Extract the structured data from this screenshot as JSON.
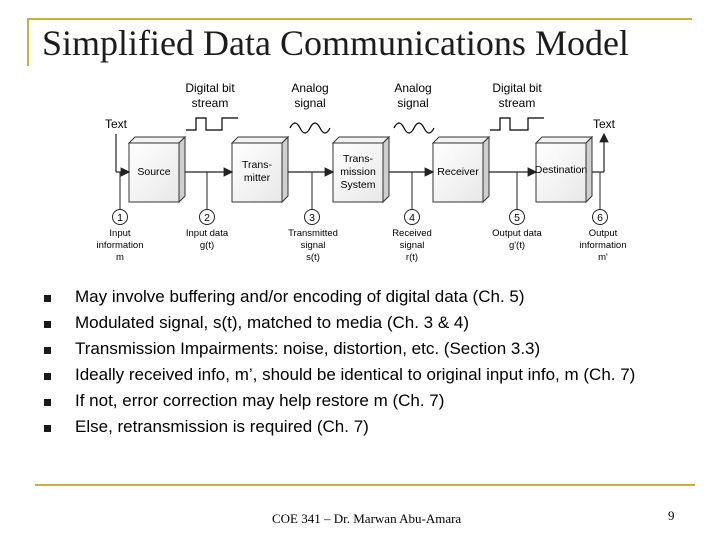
{
  "slide": {
    "title": "Simplified Data Communications Model",
    "footer": "COE 341 – Dr. Marwan Abu-Amara",
    "page_number": "9"
  },
  "diagram": {
    "top_labels": {
      "digital1": [
        "Digital bit",
        "stream"
      ],
      "analog1": [
        "Analog",
        "signal"
      ],
      "analog2": [
        "Analog",
        "signal"
      ],
      "digital2": [
        "Digital bit",
        "stream"
      ]
    },
    "text_left": "Text",
    "text_right": "Text",
    "boxes": [
      [
        "Source"
      ],
      [
        "Trans-",
        "mitter"
      ],
      [
        "Trans-",
        "mission",
        "System"
      ],
      [
        "Receiver"
      ],
      [
        "Destination"
      ]
    ],
    "circles": [
      "1",
      "2",
      "3",
      "4",
      "5",
      "6"
    ],
    "captions": [
      [
        "Input",
        "information",
        "m"
      ],
      [
        "Input data",
        "g(t)"
      ],
      [
        "Transmitted",
        "signal",
        "s(t)"
      ],
      [
        "Received",
        "signal",
        "r(t)"
      ],
      [
        "Output data",
        "g'(t)"
      ],
      [
        "Output",
        "information",
        "m'"
      ]
    ]
  },
  "bullets": [
    "May involve buffering and/or encoding of digital data (Ch. 5)",
    "Modulated signal, s(t), matched to media (Ch. 3 & 4)",
    "Transmission Impairments: noise, distortion, etc. (Section 3.3)",
    "Ideally received info, m’, should be identical to original input info, m (Ch. 7)",
    "If not, error correction may help restore m (Ch. 7)",
    "Else, retransmission is required (Ch. 7)"
  ]
}
